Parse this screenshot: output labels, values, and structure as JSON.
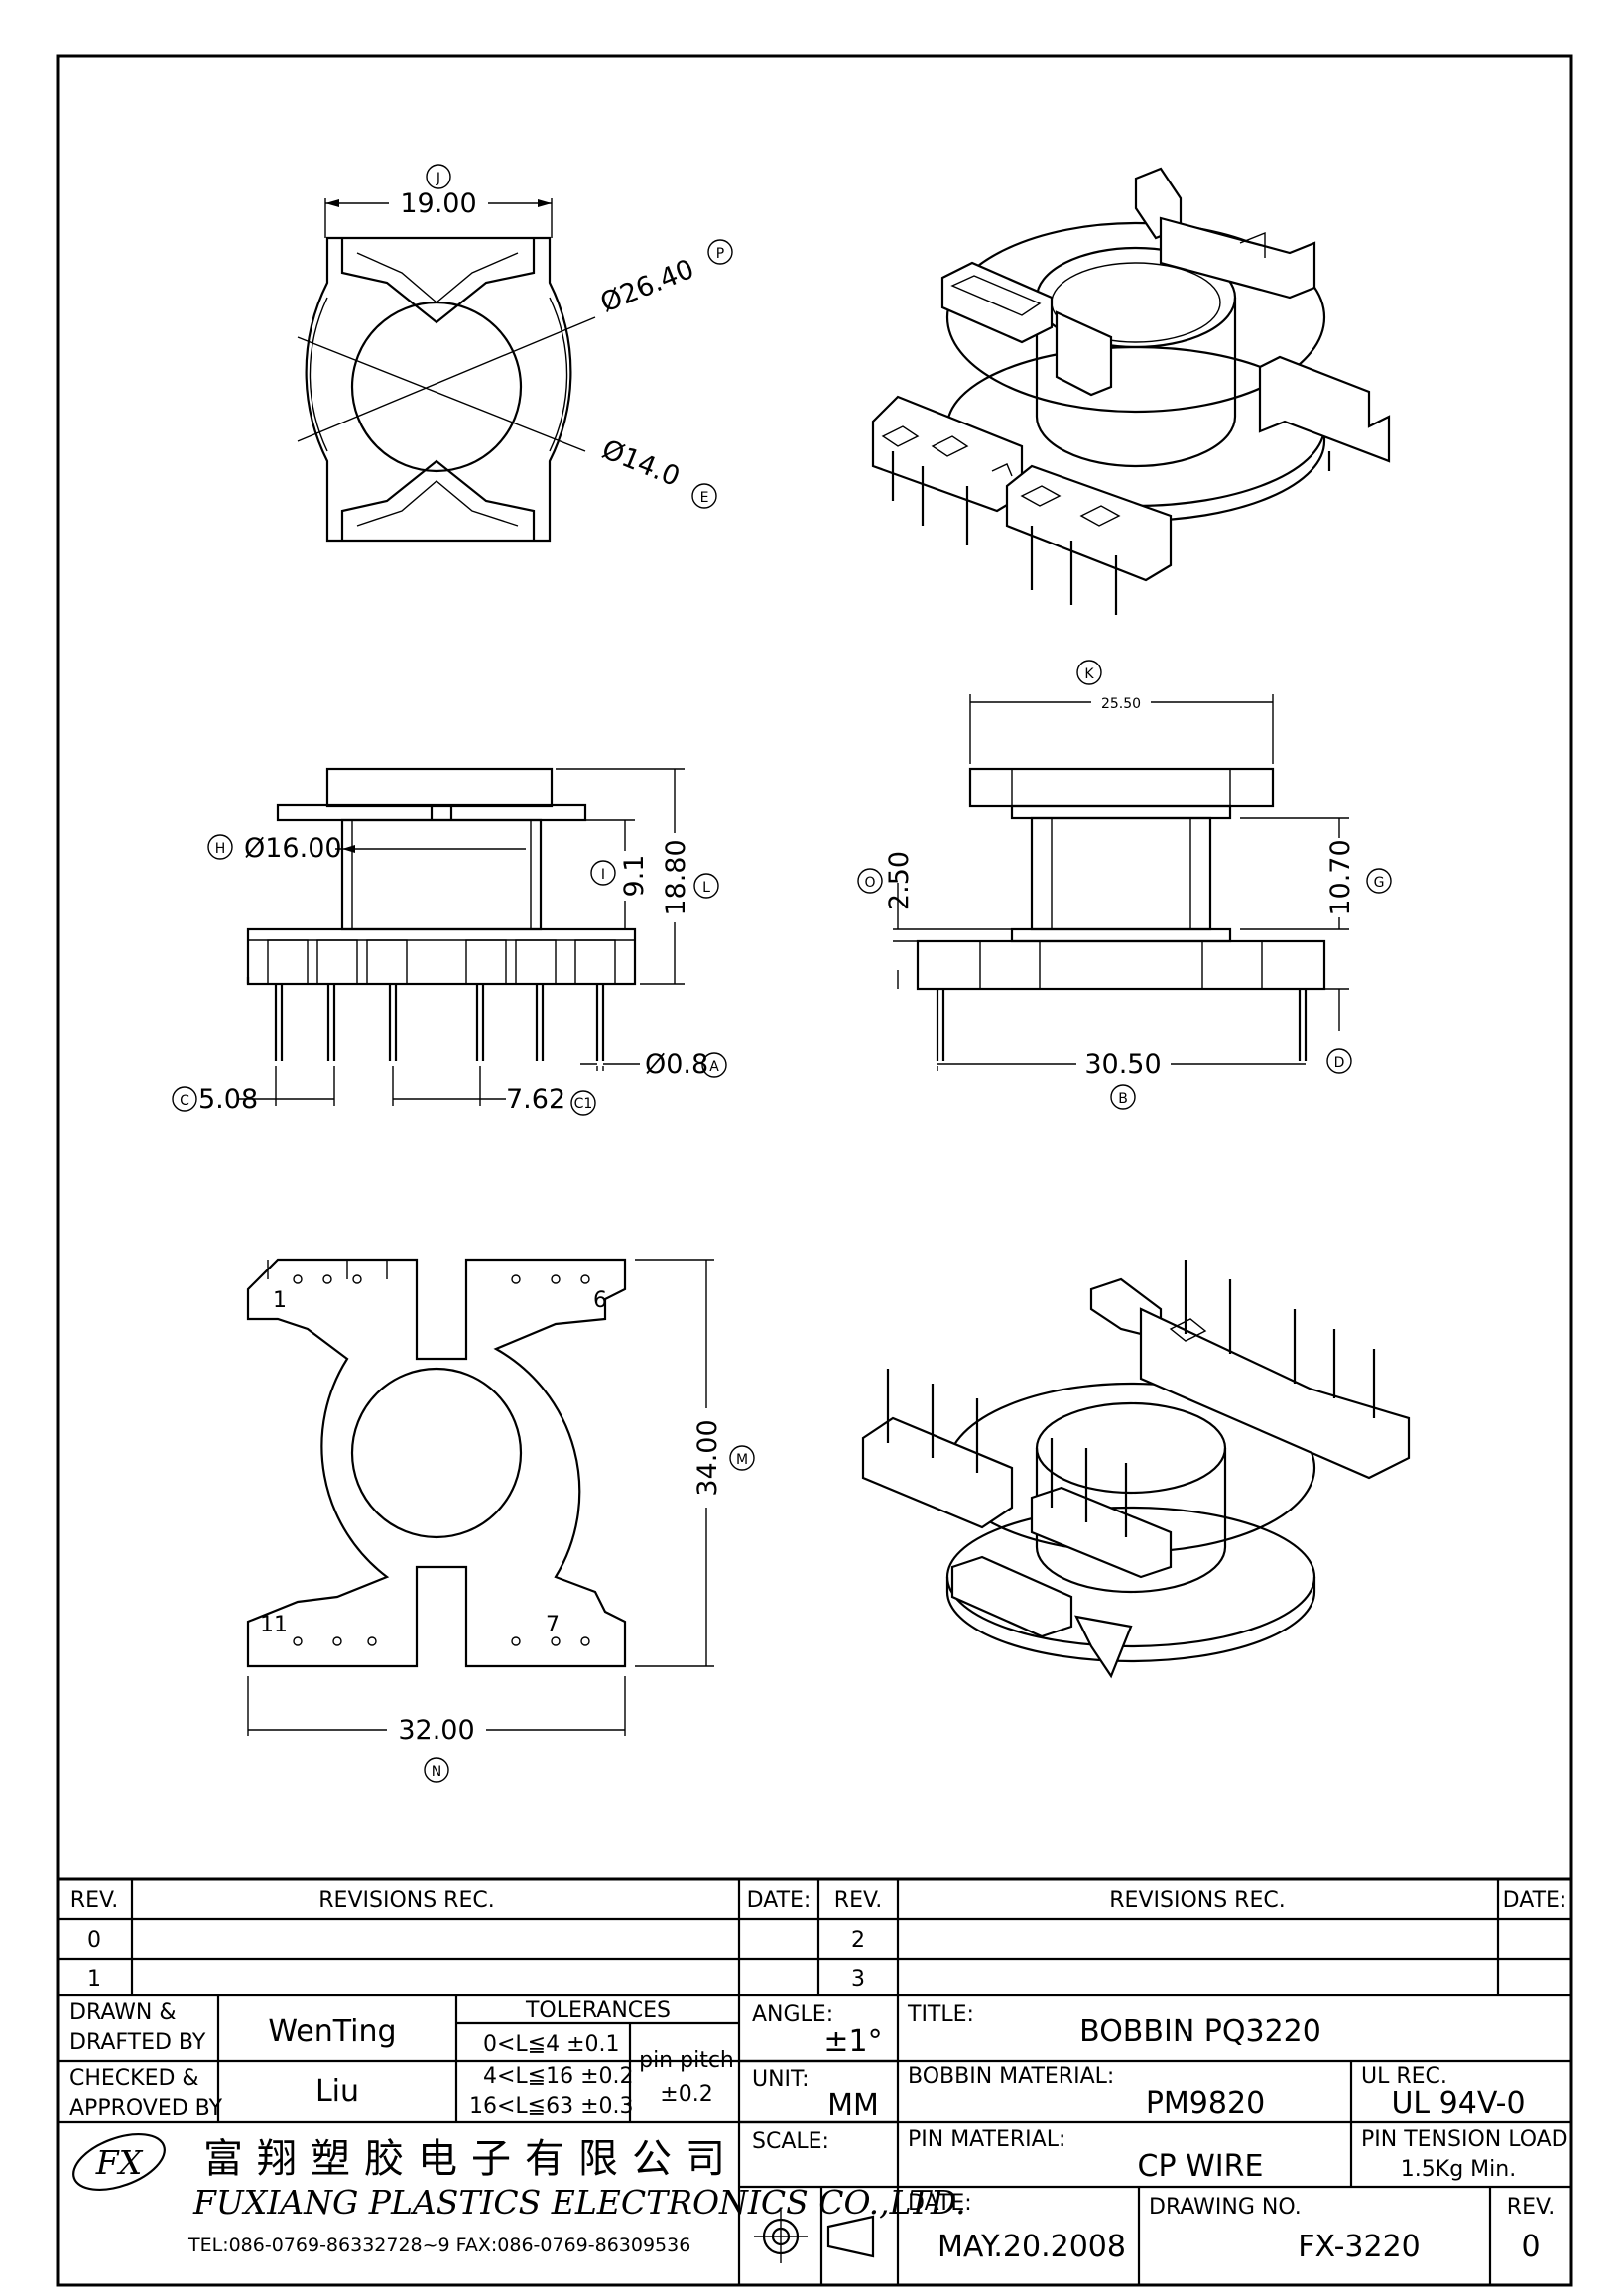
{
  "dimensions": {
    "top_width": "19.00",
    "outer_dia": "Ø26.40",
    "inner_dia": "Ø14.0",
    "flange_dia": "Ø16.00",
    "winding_height": "9.1",
    "total_height": "18.80",
    "pitch_c": "5.08",
    "pitch_c1": "7.62",
    "pin_dia": "Ø0.8",
    "side_width": "25.50",
    "side_flange": "2.50",
    "side_height": "10.70",
    "pin_span": "30.50",
    "base_height": "34.00",
    "base_width": "32.00"
  },
  "markers": {
    "J": "J",
    "P": "P",
    "E": "E",
    "H": "H",
    "I": "I",
    "L": "L",
    "C": "C",
    "C1": "C1",
    "A": "A",
    "K": "K",
    "O": "O",
    "G": "G",
    "B": "B",
    "D": "D",
    "M": "M",
    "N": "N"
  },
  "pin_numbers": {
    "p1": "1",
    "p6": "6",
    "p11": "11",
    "p7": "7"
  },
  "title_block": {
    "rev_header": "REV.",
    "revisions_header": "REVISIONS    REC.",
    "date_header": "DATE:",
    "rev_rows_left": [
      "0",
      "1"
    ],
    "rev_rows_right": [
      "2",
      "3"
    ],
    "drawn_label": [
      "DRAWN  &",
      "DRAFTED  BY"
    ],
    "drawn_value": "WenTing",
    "checked_label": [
      "CHECKED  &",
      "APPROVED  BY"
    ],
    "checked_value": "Liu",
    "tolerances_label": "TOLERANCES",
    "tol_lines": [
      "0<L≦4    ±0.1",
      "4<L≦16  ±0.2",
      "16<L≦63  ±0.3"
    ],
    "pin_pitch_label": "pin pitch",
    "pin_pitch_value": "±0.2",
    "angle_label": "ANGLE:",
    "angle_value": "±1°",
    "unit_label": "UNIT:",
    "unit_value": "MM",
    "scale_label": "SCALE:",
    "title_label": "TITLE:",
    "title_value": "BOBBIN  PQ3220",
    "bobbin_material_label": "BOBBIN  MATERIAL:",
    "bobbin_material_value": "PM9820",
    "ul_label": "UL  REC.",
    "ul_value": "UL  94V-0",
    "pin_material_label": "PIN  MATERIAL:",
    "pin_material_value": "CP  WIRE",
    "pin_tension_label": "PIN  TENSION  LOAD:",
    "pin_tension_value": "1.5Kg  Min.",
    "date_label": "DATE:",
    "date_value": "MAY.20.2008",
    "drawing_no_label": "DRAWING  NO.",
    "drawing_no_value": "FX-3220",
    "rev_label": "REV.",
    "rev_value": "0",
    "company_cn": "富翔塑胶电子有限公司",
    "company_en": "FUXIANG  PLASTICS  ELECTRONICS  CO.,LTD.",
    "contact": "TEL:086-0769-86332728~9   FAX:086-0769-86309536",
    "logo_text": "FX"
  }
}
